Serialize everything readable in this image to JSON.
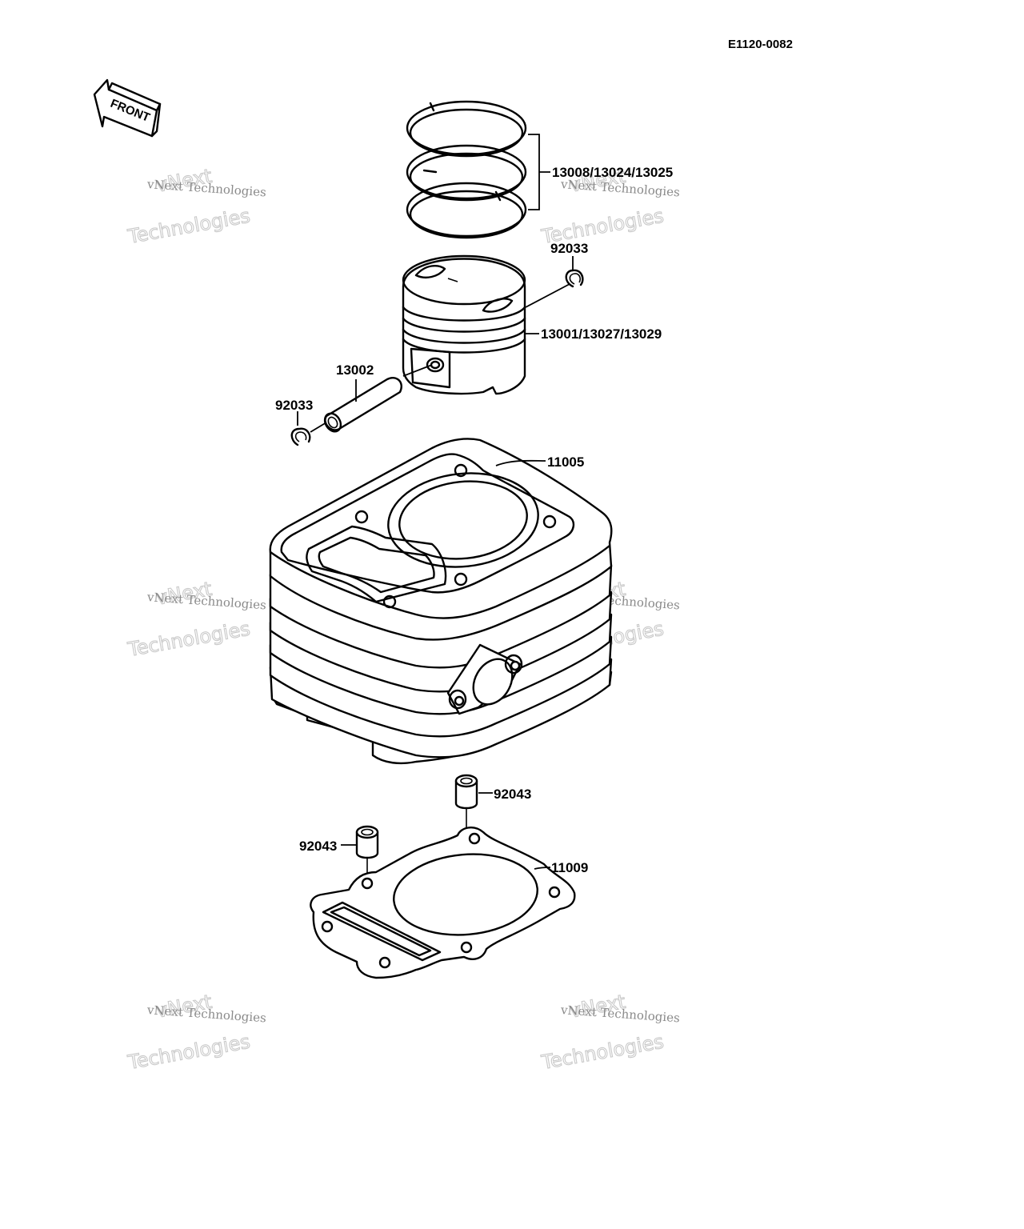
{
  "diagram_code": "E1120-0082",
  "front_label": "FRONT",
  "watermark": {
    "line1": "vNext Technologies",
    "line2_a": "vNext",
    "line2_b": "Technologies"
  },
  "parts": {
    "rings": "13008/13024/13025",
    "clip_right": "92033",
    "piston": "13001/13027/13029",
    "pin": "13002",
    "clip_left": "92033",
    "cylinder": "11005",
    "dowel_right": "92043",
    "dowel_left": "92043",
    "gasket": "11009"
  }
}
